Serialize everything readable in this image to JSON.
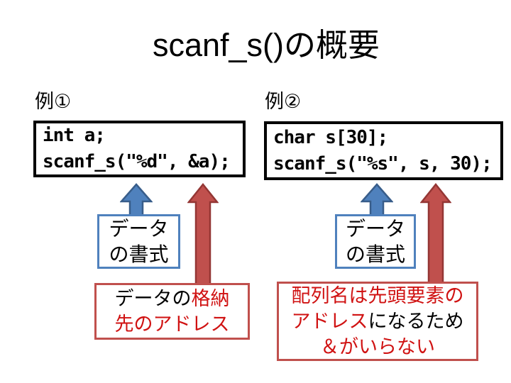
{
  "title": "scanf_s()の概要",
  "colors": {
    "background": "#ffffff",
    "code_border": "#000000",
    "blue_arrow_fill": "#4F81BD",
    "blue_arrow_stroke": "#385D8A",
    "red_arrow_fill": "#C0504D",
    "red_arrow_stroke": "#943634",
    "format_box_border": "#4F81BD",
    "note_box_border": "#C0504D",
    "emphasis_text": "#D01212",
    "body_text": "#000000"
  },
  "example1": {
    "label": "例①",
    "code_line1": "int a;",
    "code_line2": "scanf_s(\"%d\", &a);",
    "format_label_line1": "データ",
    "format_label_line2": "の書式",
    "address_line1_black": "データの",
    "address_line1_red": "格納",
    "address_line2_red": "先のアドレス"
  },
  "example2": {
    "label": "例②",
    "code_line1": "char s[30];",
    "code_line2": "scanf_s(\"%s\", s, 30);",
    "format_label_line1": "データ",
    "format_label_line2": "の書式",
    "note_line1_red": "配列名は先頭要素の",
    "note_line2_red": "アドレス",
    "note_line2_black": "になるため",
    "note_line3_red": "＆がいらない"
  }
}
